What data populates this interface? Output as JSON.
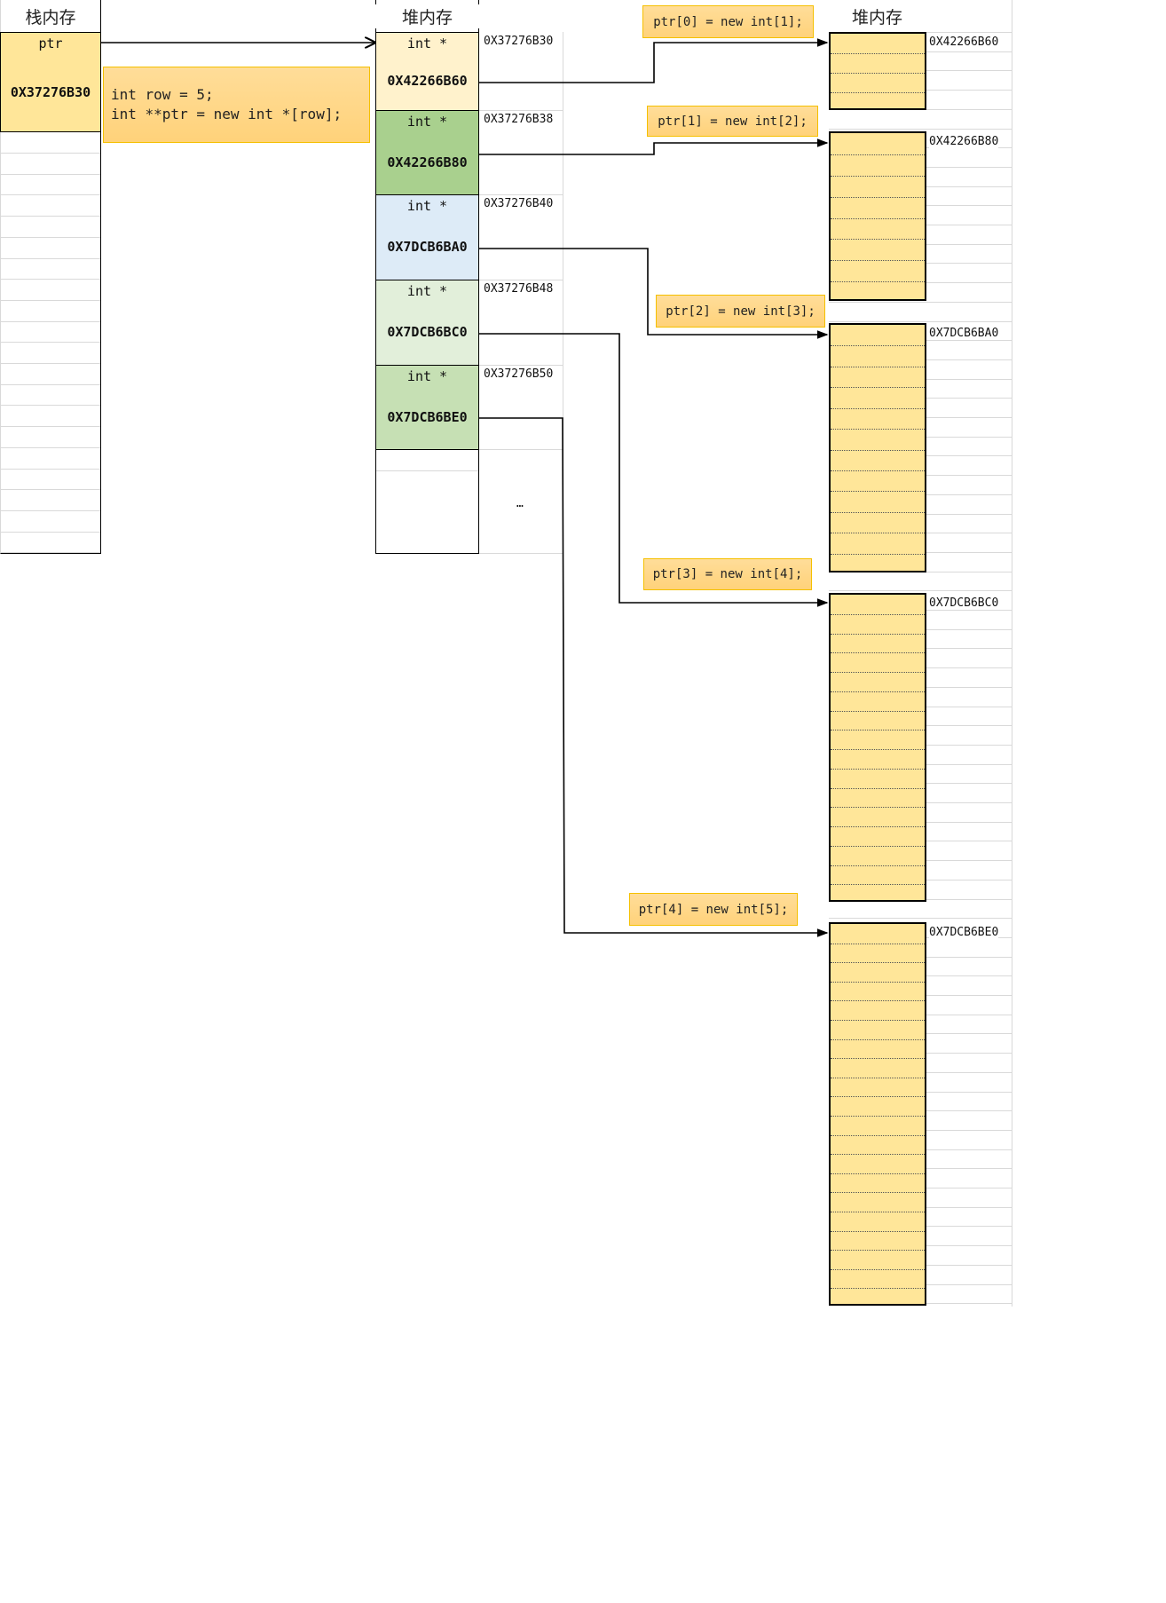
{
  "stack": {
    "title": "栈内存",
    "var_name": "ptr",
    "var_value": "0X37276B30"
  },
  "code": {
    "line1": "int row = 5;",
    "line2": "int **ptr = new int *[row];"
  },
  "heap1": {
    "title": "堆内存",
    "cells": [
      {
        "type": "int *",
        "value": "0X42266B60",
        "addr": "0X37276B30",
        "color": "#fff2cc"
      },
      {
        "type": "int *",
        "value": "0X42266B80",
        "addr": "0X37276B38",
        "color": "#a9d08e"
      },
      {
        "type": "int *",
        "value": "0X7DCB6BA0",
        "addr": "0X37276B40",
        "color": "#ddebf7"
      },
      {
        "type": "int *",
        "value": "0X7DCB6BC0",
        "addr": "0X37276B48",
        "color": "#e2efda"
      },
      {
        "type": "int *",
        "value": "0X7DCB6BE0",
        "addr": "0X37276B50",
        "color": "#c6e0b4"
      }
    ],
    "ellipsis": "…"
  },
  "heap2": {
    "title": "堆内存",
    "blocks": [
      {
        "label": "ptr[0] = new int[1];",
        "addr": "0X42266B60",
        "rows": 4
      },
      {
        "label": "ptr[1] = new int[2];",
        "addr": "0X42266B80",
        "rows": 8
      },
      {
        "label": "ptr[2] = new int[3];",
        "addr": "0X7DCB6BA0",
        "rows": 12
      },
      {
        "label": "ptr[3] = new int[4];",
        "addr": "0X7DCB6BC0",
        "rows": 16
      },
      {
        "label": "ptr[4] = new int[5];",
        "addr": "0X7DCB6BE0",
        "rows": 20
      }
    ]
  }
}
